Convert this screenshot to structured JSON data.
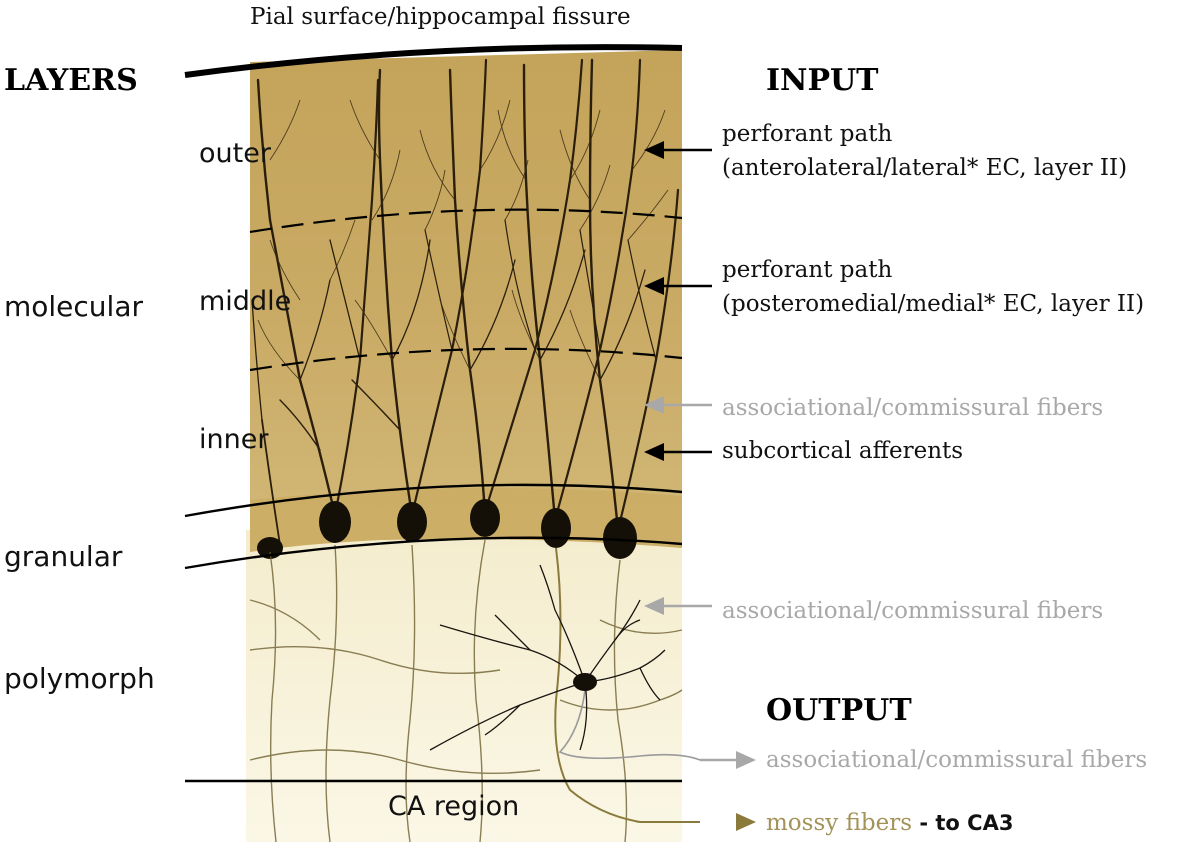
{
  "title": "Pial surface/hippocampal fissure",
  "headers": {
    "layers": "LAYERS",
    "input": "INPUT",
    "output": "OUTPUT"
  },
  "layers": {
    "molecular": "molecular",
    "granular": "granular",
    "polymorph": "polymorph",
    "sublayers": {
      "outer": "outer",
      "middle": "middle",
      "inner": "inner"
    },
    "ca_region": "CA region"
  },
  "inputs": {
    "pp_lateral_line1": "perforant path",
    "pp_lateral_line2": "(anterolateral/lateral* EC, layer II)",
    "pp_medial_line1": "perforant path",
    "pp_medial_line2": "(posteromedial/medial* EC, layer II)",
    "assoc_comm_molecular": "associational/commissural fibers",
    "subcortical": "subcortical afferents",
    "assoc_comm_polymorph": "associational/commissural fibers"
  },
  "outputs": {
    "assoc_comm": "associational/commissural fibers",
    "mossy_fibers": "mossy fibers",
    "mossy_target": "- to CA3"
  },
  "colors": {
    "molecular_layer": "#c7a760",
    "polymorph_layer": "#f6f0d6",
    "neuron": "#141008",
    "gray_label": "#a8a8a8",
    "mossy_label": "#a39359"
  }
}
